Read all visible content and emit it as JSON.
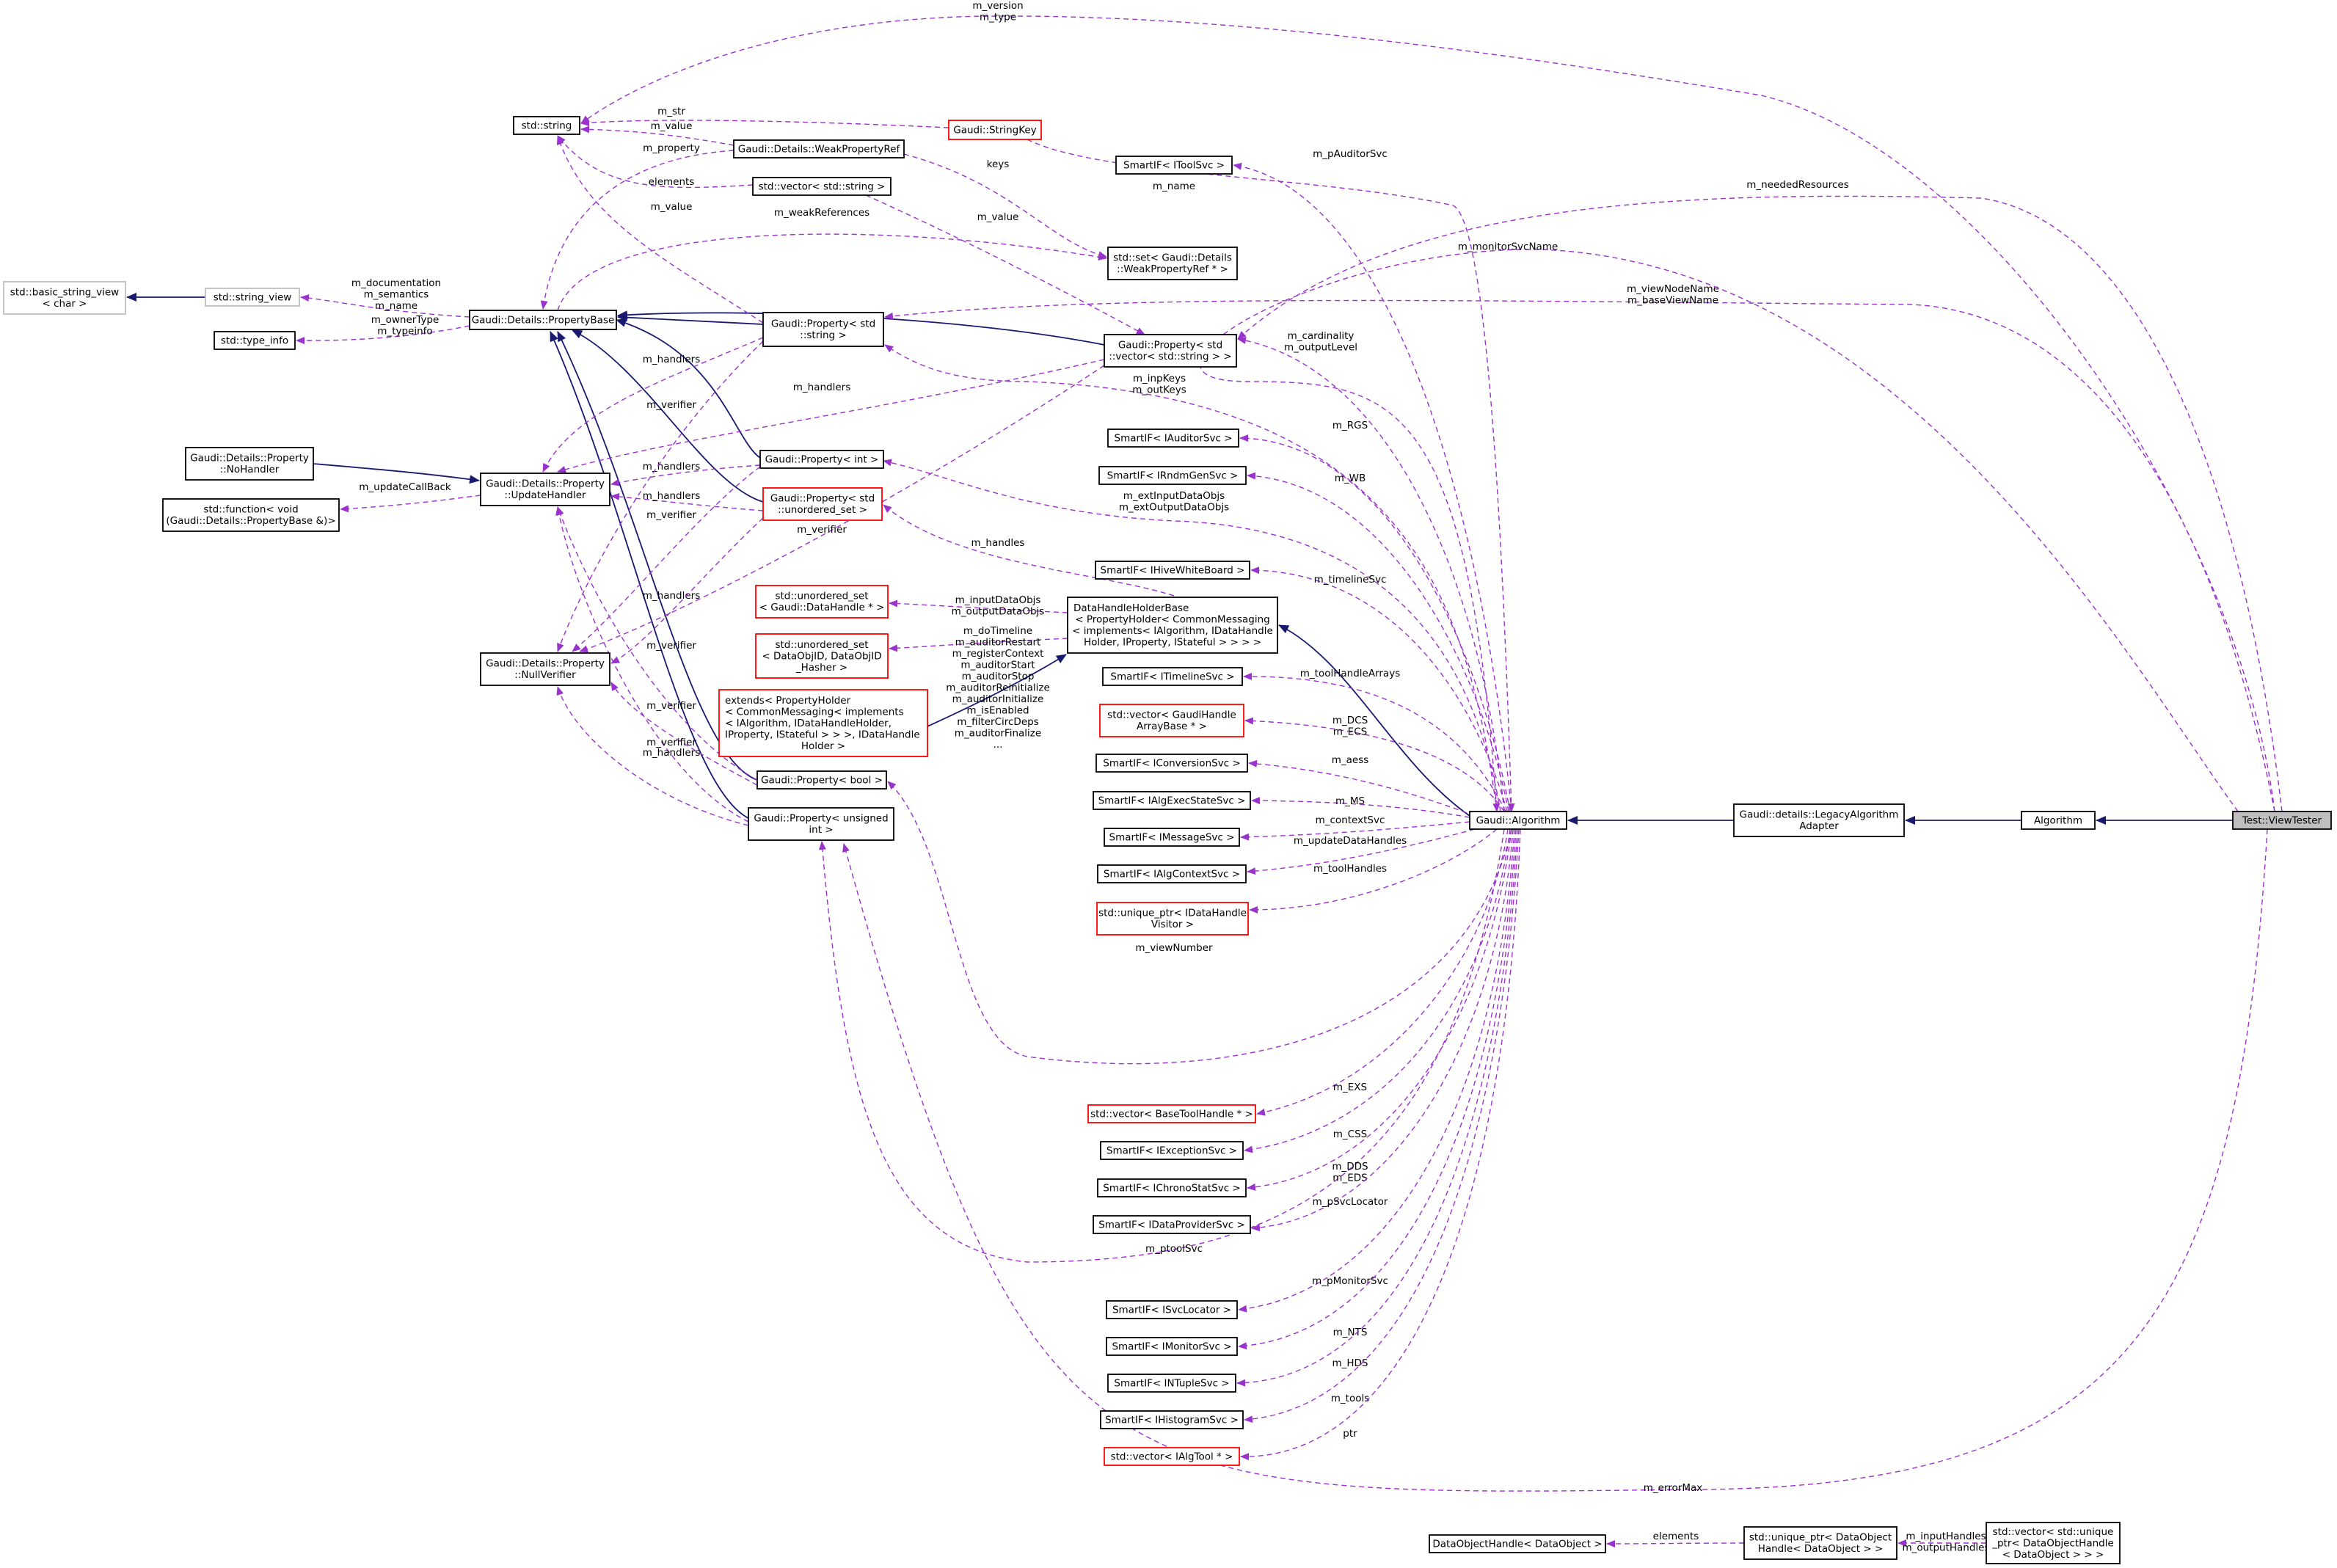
{
  "diagram": {
    "nodes": [
      {
        "id": "viewtester",
        "lines": [
          "Test::ViewTester"
        ],
        "style": "focus"
      },
      {
        "id": "algorithm",
        "lines": [
          "Algorithm"
        ],
        "style": "normal"
      },
      {
        "id": "legacy_adapter",
        "lines": [
          "Gaudi::details::LegacyAlgorithm",
          "Adapter"
        ],
        "style": "normal"
      },
      {
        "id": "gaudi_algorithm",
        "lines": [
          "Gaudi::Algorithm"
        ],
        "style": "normal"
      },
      {
        "id": "dhhb",
        "lines": [
          "DataHandleHolderBase",
          "< PropertyHolder< CommonMessaging",
          "< implements< IAlgorithm, IDataHandle",
          "Holder, IProperty, IStateful > > > >"
        ],
        "style": "normal"
      },
      {
        "id": "extends",
        "lines": [
          "extends< PropertyHolder",
          "< CommonMessaging< implements",
          "< IAlgorithm, IDataHandleHolder,",
          "IProperty, IStateful > > >, IDataHandle",
          "Holder >"
        ],
        "style": "incomplete"
      },
      {
        "id": "std_string",
        "lines": [
          "std::string"
        ],
        "style": "normal"
      },
      {
        "id": "stringkey",
        "lines": [
          "Gaudi::StringKey"
        ],
        "style": "incomplete"
      },
      {
        "id": "weakpropref",
        "lines": [
          "Gaudi::Details::WeakPropertyRef"
        ],
        "style": "normal"
      },
      {
        "id": "vec_string",
        "lines": [
          "std::vector< std::string >"
        ],
        "style": "normal"
      },
      {
        "id": "set_weakref",
        "lines": [
          "std::set< Gaudi::Details",
          "::WeakPropertyRef * >"
        ],
        "style": "normal"
      },
      {
        "id": "basic_sv",
        "lines": [
          "std::basic_string_view",
          "< char >"
        ],
        "style": "external"
      },
      {
        "id": "string_view",
        "lines": [
          "std::string_view"
        ],
        "style": "external"
      },
      {
        "id": "type_info",
        "lines": [
          "std::type_info"
        ],
        "style": "normal"
      },
      {
        "id": "propbase",
        "lines": [
          "Gaudi::Details::PropertyBase"
        ],
        "style": "normal"
      },
      {
        "id": "prop_string",
        "lines": [
          "Gaudi::Property< std",
          "::string >"
        ],
        "style": "normal"
      },
      {
        "id": "prop_vecstring",
        "lines": [
          "Gaudi::Property< std",
          "::vector< std::string > >"
        ],
        "style": "normal"
      },
      {
        "id": "nohandler",
        "lines": [
          "Gaudi::Details::Property",
          "::NoHandler"
        ],
        "style": "normal"
      },
      {
        "id": "updatehandler",
        "lines": [
          "Gaudi::Details::Property",
          "::UpdateHandler"
        ],
        "style": "normal"
      },
      {
        "id": "function",
        "lines": [
          "std::function< void",
          "(Gaudi::Details::PropertyBase &)>"
        ],
        "style": "normal"
      },
      {
        "id": "prop_int",
        "lines": [
          "Gaudi::Property< int >"
        ],
        "style": "normal"
      },
      {
        "id": "prop_uset",
        "lines": [
          "Gaudi::Property< std",
          "::unordered_set >"
        ],
        "style": "incomplete"
      },
      {
        "id": "nullverifier",
        "lines": [
          "Gaudi::Details::Property",
          "::NullVerifier"
        ],
        "style": "normal"
      },
      {
        "id": "uset_datahandle",
        "lines": [
          "std::unordered_set",
          "< Gaudi::DataHandle * >"
        ],
        "style": "incomplete"
      },
      {
        "id": "uset_dataobjid",
        "lines": [
          "std::unordered_set",
          "< DataObjID, DataObjID",
          "_Hasher >"
        ],
        "style": "incomplete"
      },
      {
        "id": "prop_bool",
        "lines": [
          "Gaudi::Property< bool >"
        ],
        "style": "normal"
      },
      {
        "id": "prop_uint",
        "lines": [
          "Gaudi::Property< unsigned",
          "int >"
        ],
        "style": "normal"
      },
      {
        "id": "itoolsvc",
        "lines": [
          "SmartIF< IToolSvc >"
        ],
        "style": "normal"
      },
      {
        "id": "iauditorsvc",
        "lines": [
          "SmartIF< IAuditorSvc >"
        ],
        "style": "normal"
      },
      {
        "id": "irndmgensvc",
        "lines": [
          "SmartIF< IRndmGenSvc >"
        ],
        "style": "normal"
      },
      {
        "id": "ihivewb",
        "lines": [
          "SmartIF< IHiveWhiteBoard >"
        ],
        "style": "normal"
      },
      {
        "id": "itimelinesvc",
        "lines": [
          "SmartIF< ITimelineSvc >"
        ],
        "style": "normal"
      },
      {
        "id": "vec_gaudihandle",
        "lines": [
          "std::vector< GaudiHandle",
          "ArrayBase * >"
        ],
        "style": "incomplete"
      },
      {
        "id": "iconversionsvc",
        "lines": [
          "SmartIF< IConversionSvc >"
        ],
        "style": "normal"
      },
      {
        "id": "ialgexecstate",
        "lines": [
          "SmartIF< IAlgExecStateSvc >"
        ],
        "style": "normal"
      },
      {
        "id": "imessagesvc",
        "lines": [
          "SmartIF< IMessageSvc >"
        ],
        "style": "normal"
      },
      {
        "id": "ialgcontextsvc",
        "lines": [
          "SmartIF< IAlgContextSvc >"
        ],
        "style": "normal"
      },
      {
        "id": "uptr_datahandlevisitor",
        "lines": [
          "std::unique_ptr< IDataHandle",
          "Visitor >"
        ],
        "style": "incomplete"
      },
      {
        "id": "vec_basetoolhandle",
        "lines": [
          "std::vector< BaseToolHandle * >"
        ],
        "style": "incomplete"
      },
      {
        "id": "iexceptionsvc",
        "lines": [
          "SmartIF< IExceptionSvc >"
        ],
        "style": "normal"
      },
      {
        "id": "ichronostatsvc",
        "lines": [
          "SmartIF< IChronoStatSvc >"
        ],
        "style": "normal"
      },
      {
        "id": "idataprovidersvc",
        "lines": [
          "SmartIF< IDataProviderSvc >"
        ],
        "style": "normal"
      },
      {
        "id": "isvclocator",
        "lines": [
          "SmartIF< ISvcLocator >"
        ],
        "style": "normal"
      },
      {
        "id": "imonitorsvc",
        "lines": [
          "SmartIF< IMonitorSvc >"
        ],
        "style": "normal"
      },
      {
        "id": "intuplesvc",
        "lines": [
          "SmartIF< INTupleSvc >"
        ],
        "style": "normal"
      },
      {
        "id": "ihistogramsvc",
        "lines": [
          "SmartIF< IHistogramSvc >"
        ],
        "style": "normal"
      },
      {
        "id": "vec_ialgtool",
        "lines": [
          "std::vector< IAlgTool * >"
        ],
        "style": "incomplete"
      },
      {
        "id": "dataobjecthandle",
        "lines": [
          "DataObjectHandle< DataObject >"
        ],
        "style": "normal"
      },
      {
        "id": "uptr_doh",
        "lines": [
          "std::unique_ptr< DataObject",
          "Handle< DataObject > >"
        ],
        "style": "normal"
      },
      {
        "id": "vec_uptr_doh",
        "lines": [
          "std::vector< std::unique",
          "_ptr< DataObjectHandle",
          "< DataObject > > >"
        ],
        "style": "normal"
      }
    ],
    "edges": [
      {
        "kind": "inherit",
        "from": "algorithm",
        "to": "viewtester",
        "label": []
      },
      {
        "kind": "inherit",
        "from": "legacy_adapter",
        "to": "algorithm",
        "label": []
      },
      {
        "kind": "inherit",
        "from": "gaudi_algorithm",
        "to": "legacy_adapter",
        "label": []
      },
      {
        "kind": "inherit",
        "from": "dhhb",
        "to": "gaudi_algorithm",
        "label": []
      },
      {
        "kind": "inherit",
        "from": "extends",
        "to": "dhhb",
        "label": []
      },
      {
        "kind": "inherit",
        "from": "basic_sv",
        "to": "string_view",
        "label": []
      },
      {
        "kind": "inherit",
        "from": "propbase",
        "to": "prop_string",
        "label": []
      },
      {
        "kind": "inherit",
        "from": "propbase",
        "to": "prop_vecstring",
        "label": []
      },
      {
        "kind": "inherit",
        "from": "propbase",
        "to": "prop_int",
        "label": []
      },
      {
        "kind": "inherit",
        "from": "propbase",
        "to": "prop_uset",
        "label": []
      },
      {
        "kind": "inherit",
        "from": "propbase",
        "to": "prop_bool",
        "label": []
      },
      {
        "kind": "inherit",
        "from": "propbase",
        "to": "prop_uint",
        "label": []
      },
      {
        "kind": "inherit",
        "from": "nohandler",
        "to": "updatehandler",
        "label": []
      },
      {
        "kind": "usage",
        "from": "std_string",
        "to": "viewtester",
        "label": [
          "m_version",
          "m_type"
        ]
      },
      {
        "kind": "usage",
        "from": "std_string",
        "to": "stringkey",
        "label": [
          "m_str"
        ]
      },
      {
        "kind": "usage",
        "from": "std_string",
        "to": "weakpropref",
        "label": [
          "m_value"
        ]
      },
      {
        "kind": "usage",
        "from": "std_string",
        "to": "vec_string",
        "label": [
          "elements"
        ]
      },
      {
        "kind": "usage",
        "from": "std_string",
        "to": "prop_string",
        "label": [
          "m_value"
        ]
      },
      {
        "kind": "usage",
        "from": "stringkey",
        "to": "gaudi_algorithm",
        "label": [
          "m_name"
        ]
      },
      {
        "kind": "usage",
        "from": "weakpropref",
        "to": "set_weakref",
        "label": [
          "keys"
        ]
      },
      {
        "kind": "usage",
        "from": "vec_string",
        "to": "prop_vecstring",
        "label": [
          "m_value"
        ]
      },
      {
        "kind": "usage",
        "from": "propbase",
        "to": "weakpropref",
        "label": [
          "m_property"
        ]
      },
      {
        "kind": "usage",
        "from": "propbase",
        "to": "set_weakref",
        "label": [
          "m_weakReferences"
        ]
      },
      {
        "kind": "usage",
        "from": "string_view",
        "to": "propbase",
        "label": [
          "m_documentation",
          "m_semantics",
          "m_name"
        ]
      },
      {
        "kind": "usage",
        "from": "type_info",
        "to": "propbase",
        "label": [
          "m_ownerType",
          "m_typeinfo"
        ]
      },
      {
        "kind": "usage",
        "from": "function",
        "to": "updatehandler",
        "label": [
          "m_updateCallBack"
        ]
      },
      {
        "kind": "usage",
        "from": "updatehandler",
        "to": "prop_string",
        "label": [
          "m_handlers"
        ]
      },
      {
        "kind": "usage",
        "from": "updatehandler",
        "to": "prop_vecstring",
        "label": [
          "m_handlers"
        ]
      },
      {
        "kind": "usage",
        "from": "updatehandler",
        "to": "prop_int",
        "label": [
          "m_handlers"
        ]
      },
      {
        "kind": "usage",
        "from": "updatehandler",
        "to": "prop_uset",
        "label": [
          "m_handlers"
        ]
      },
      {
        "kind": "usage",
        "from": "updatehandler",
        "to": "prop_bool",
        "label": [
          "m_handlers"
        ]
      },
      {
        "kind": "usage",
        "from": "updatehandler",
        "to": "prop_uint",
        "label": [
          "m_handlers"
        ]
      },
      {
        "kind": "usage",
        "from": "nullverifier",
        "to": "prop_string",
        "label": [
          "m_verifier"
        ]
      },
      {
        "kind": "usage",
        "from": "nullverifier",
        "to": "prop_vecstring",
        "label": [
          "m_verifier"
        ]
      },
      {
        "kind": "usage",
        "from": "nullverifier",
        "to": "prop_int",
        "label": [
          "m_verifier"
        ]
      },
      {
        "kind": "usage",
        "from": "nullverifier",
        "to": "prop_uset",
        "label": [
          "m_verifier"
        ]
      },
      {
        "kind": "usage",
        "from": "nullverifier",
        "to": "prop_bool",
        "label": [
          "m_verifier"
        ]
      },
      {
        "kind": "usage",
        "from": "nullverifier",
        "to": "prop_uint",
        "label": [
          "m_verifier"
        ]
      },
      {
        "kind": "usage",
        "from": "prop_string",
        "to": "viewtester",
        "label": [
          "m_viewNodeName",
          "m_baseViewName"
        ]
      },
      {
        "kind": "usage",
        "from": "prop_string",
        "to": "gaudi_algorithm",
        "label": [
          "m_monitorSvcName"
        ]
      },
      {
        "kind": "usage",
        "from": "prop_vecstring",
        "to": "viewtester",
        "label": [
          "m_inpKeys",
          "m_outKeys"
        ]
      },
      {
        "kind": "usage",
        "from": "prop_vecstring",
        "to": "gaudi_algorithm",
        "label": [
          "m_neededResources"
        ]
      },
      {
        "kind": "usage",
        "from": "prop_int",
        "to": "gaudi_algorithm",
        "label": [
          "m_cardinality",
          "m_outputLevel"
        ]
      },
      {
        "kind": "usage",
        "from": "prop_uset",
        "to": "dhhb",
        "label": [
          "m_extInputDataObjs",
          "m_extOutputDataObjs"
        ]
      },
      {
        "kind": "usage",
        "from": "uset_datahandle",
        "to": "dhhb",
        "label": [
          "m_handles"
        ]
      },
      {
        "kind": "usage",
        "from": "uset_dataobjid",
        "to": "dhhb",
        "label": [
          "m_inputDataObjs",
          "m_outputDataObjs"
        ]
      },
      {
        "kind": "usage",
        "from": "prop_bool",
        "to": "gaudi_algorithm",
        "label": [
          "m_doTimeline",
          "m_auditorRestart",
          "m_registerContext",
          "m_auditorStart",
          "m_auditorStop",
          "m_auditorReinitialize",
          "m_auditorInitialize",
          "m_isEnabled",
          "m_filterCircDeps",
          "m_auditorFinalize",
          "..."
        ]
      },
      {
        "kind": "usage",
        "from": "prop_uint",
        "to": "viewtester",
        "label": [
          "m_viewNumber"
        ]
      },
      {
        "kind": "usage",
        "from": "prop_uint",
        "to": "gaudi_algorithm",
        "label": [
          "m_errorMax"
        ]
      },
      {
        "kind": "usage",
        "from": "itoolsvc",
        "to": "gaudi_algorithm",
        "label": [
          "m_ptoolSvc"
        ]
      },
      {
        "kind": "usage",
        "from": "iauditorsvc",
        "to": "gaudi_algorithm",
        "label": [
          "m_pAuditorSvc"
        ]
      },
      {
        "kind": "usage",
        "from": "irndmgensvc",
        "to": "gaudi_algorithm",
        "label": [
          "m_RGS"
        ]
      },
      {
        "kind": "usage",
        "from": "ihivewb",
        "to": "gaudi_algorithm",
        "label": [
          "m_WB"
        ]
      },
      {
        "kind": "usage",
        "from": "itimelinesvc",
        "to": "gaudi_algorithm",
        "label": [
          "m_timelineSvc"
        ]
      },
      {
        "kind": "usage",
        "from": "vec_gaudihandle",
        "to": "gaudi_algorithm",
        "label": [
          "m_toolHandleArrays"
        ]
      },
      {
        "kind": "usage",
        "from": "iconversionsvc",
        "to": "gaudi_algorithm",
        "label": [
          "m_DCS",
          "m_ECS"
        ]
      },
      {
        "kind": "usage",
        "from": "ialgexecstate",
        "to": "gaudi_algorithm",
        "label": [
          "m_aess"
        ]
      },
      {
        "kind": "usage",
        "from": "imessagesvc",
        "to": "gaudi_algorithm",
        "label": [
          "m_MS"
        ]
      },
      {
        "kind": "usage",
        "from": "ialgcontextsvc",
        "to": "gaudi_algorithm",
        "label": [
          "m_contextSvc"
        ]
      },
      {
        "kind": "usage",
        "from": "uptr_datahandlevisitor",
        "to": "gaudi_algorithm",
        "label": [
          "m_updateDataHandles"
        ]
      },
      {
        "kind": "usage",
        "from": "vec_basetoolhandle",
        "to": "gaudi_algorithm",
        "label": [
          "m_toolHandles"
        ]
      },
      {
        "kind": "usage",
        "from": "iexceptionsvc",
        "to": "gaudi_algorithm",
        "label": [
          "m_EXS"
        ]
      },
      {
        "kind": "usage",
        "from": "ichronostatsvc",
        "to": "gaudi_algorithm",
        "label": [
          "m_CSS"
        ]
      },
      {
        "kind": "usage",
        "from": "idataprovidersvc",
        "to": "gaudi_algorithm",
        "label": [
          "m_DDS",
          "m_EDS"
        ]
      },
      {
        "kind": "usage",
        "from": "isvclocator",
        "to": "gaudi_algorithm",
        "label": [
          "m_pSvcLocator"
        ]
      },
      {
        "kind": "usage",
        "from": "imonitorsvc",
        "to": "gaudi_algorithm",
        "label": [
          "m_pMonitorSvc"
        ]
      },
      {
        "kind": "usage",
        "from": "intuplesvc",
        "to": "gaudi_algorithm",
        "label": [
          "m_NTS"
        ]
      },
      {
        "kind": "usage",
        "from": "ihistogramsvc",
        "to": "gaudi_algorithm",
        "label": [
          "m_HDS"
        ]
      },
      {
        "kind": "usage",
        "from": "vec_ialgtool",
        "to": "gaudi_algorithm",
        "label": [
          "m_tools"
        ]
      },
      {
        "kind": "usage",
        "from": "dataobjecthandle",
        "to": "uptr_doh",
        "label": [
          "ptr"
        ]
      },
      {
        "kind": "usage",
        "from": "uptr_doh",
        "to": "vec_uptr_doh",
        "label": [
          "elements"
        ]
      },
      {
        "kind": "usage",
        "from": "vec_uptr_doh",
        "to": "viewtester",
        "label": [
          "m_inputHandles",
          "m_outputHandles"
        ]
      }
    ]
  }
}
